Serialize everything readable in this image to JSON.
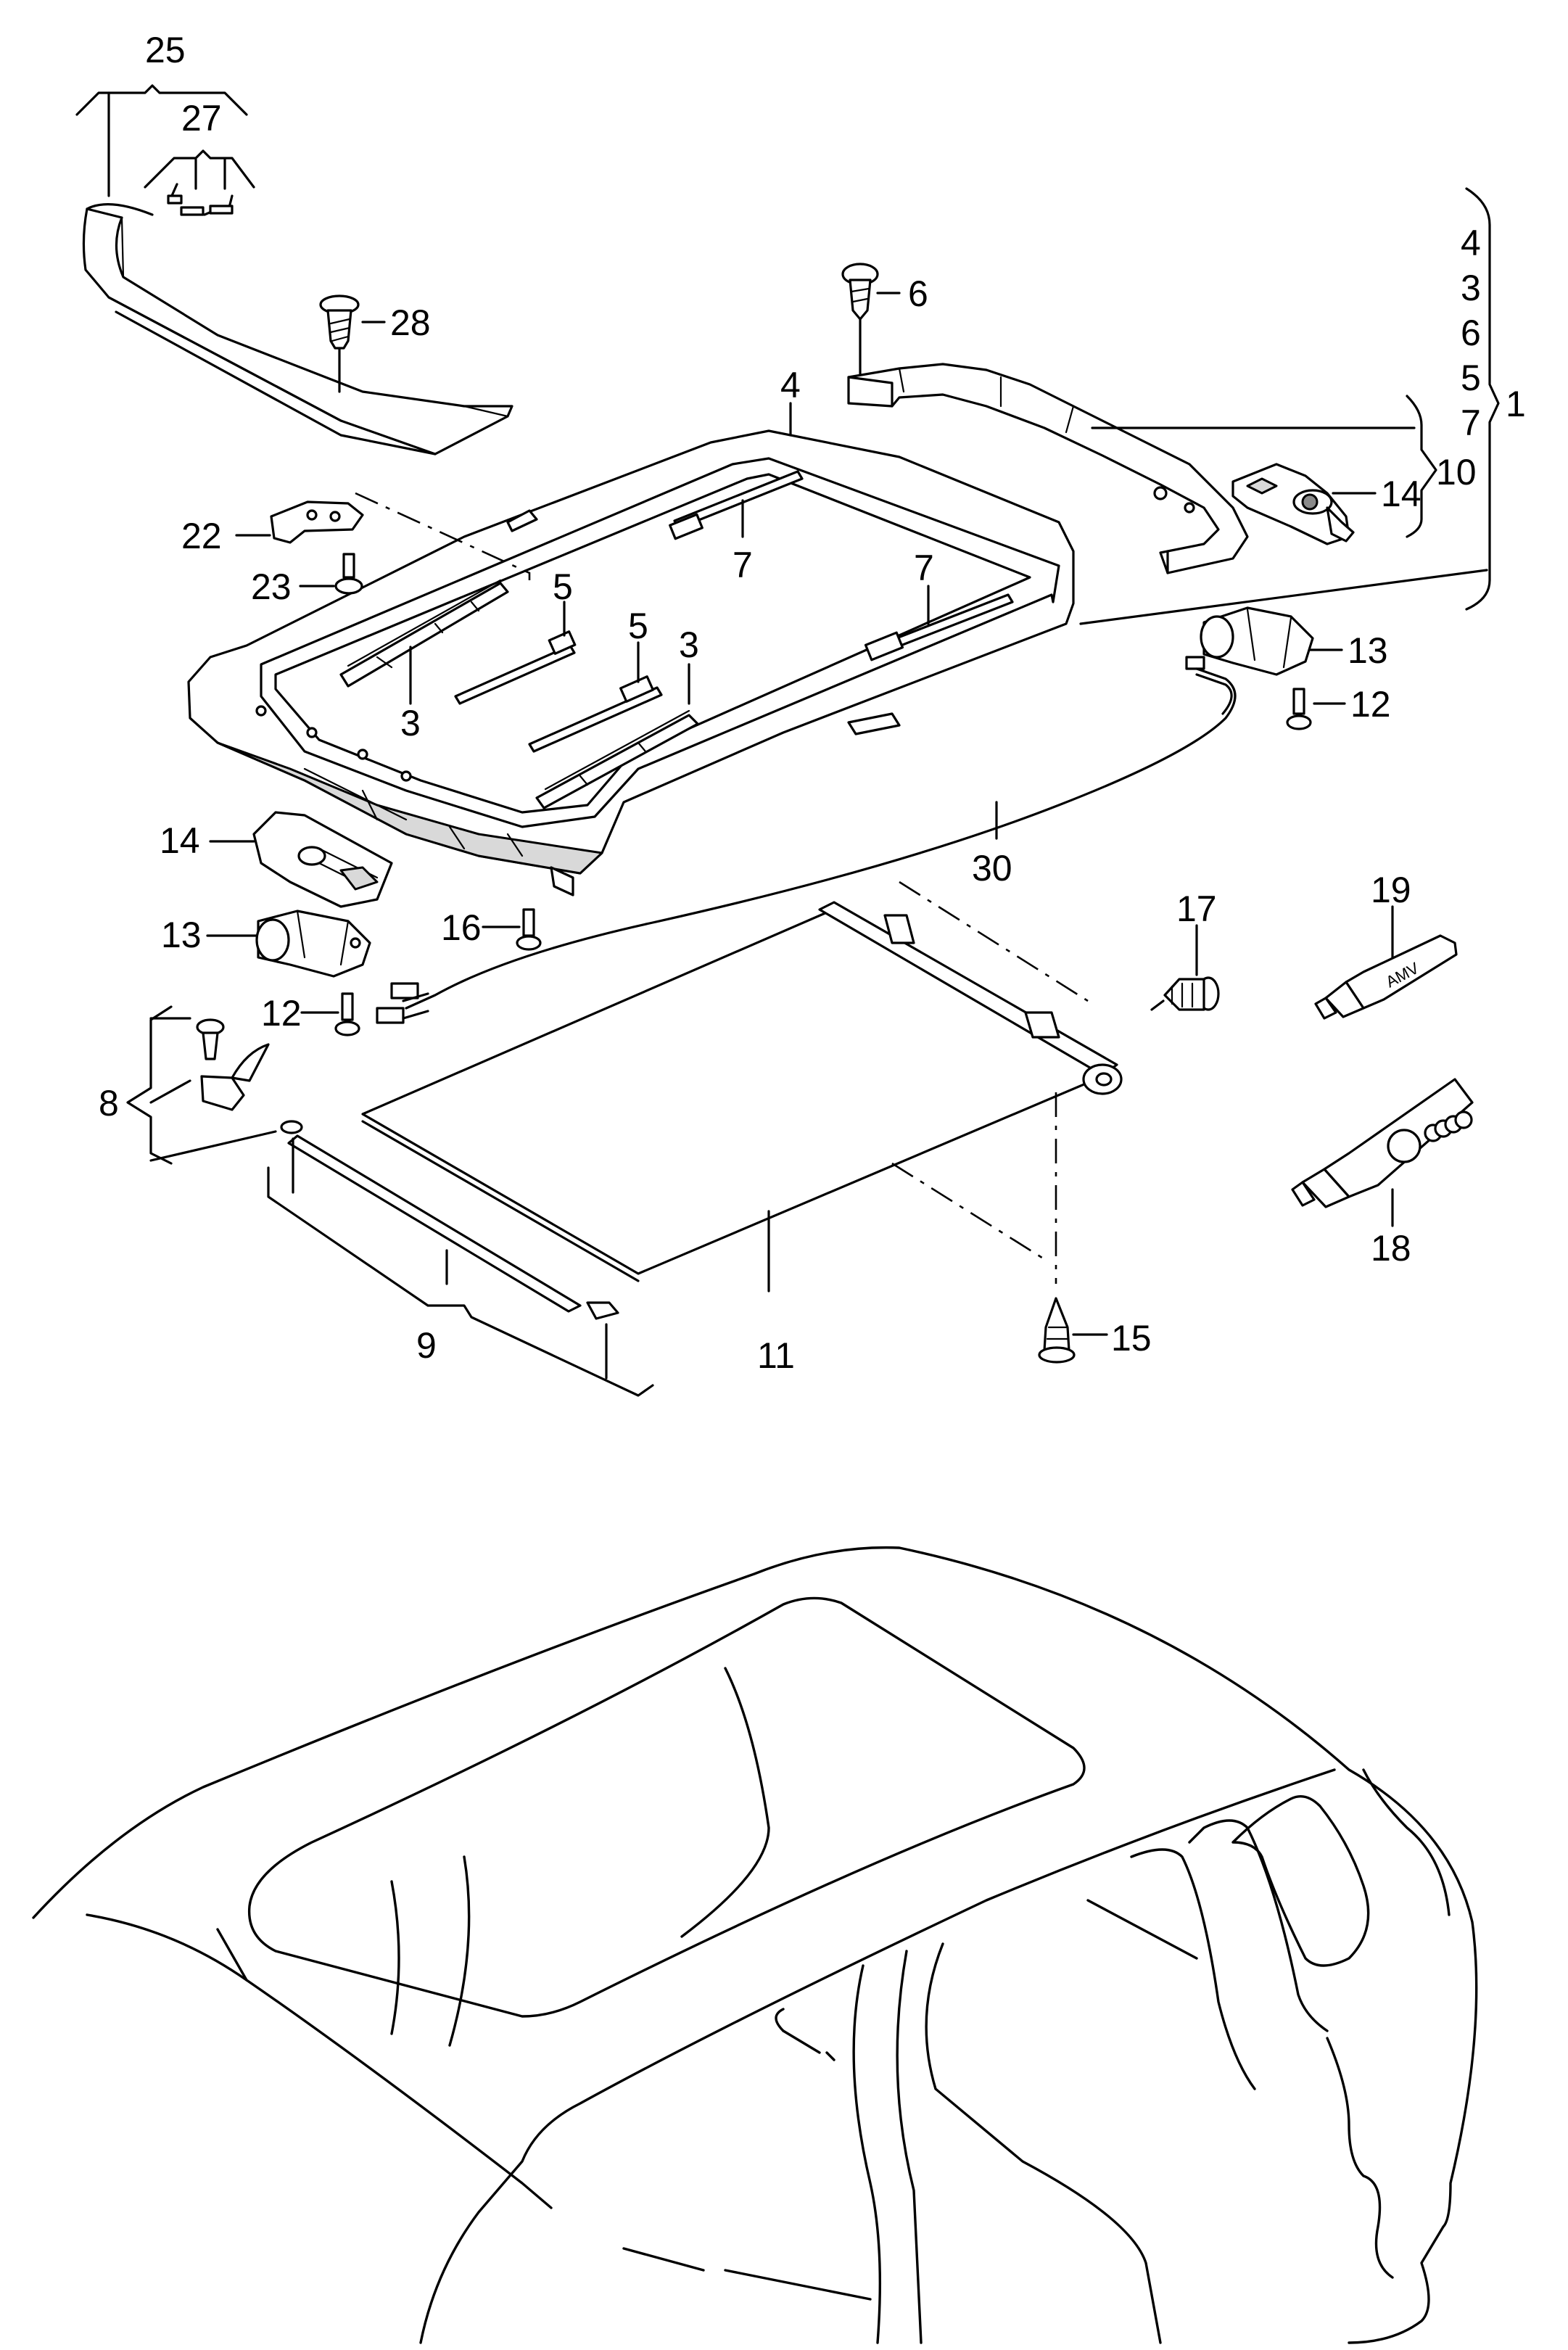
{
  "callouts": [
    {
      "id": "c25",
      "text": "25"
    },
    {
      "id": "c27",
      "text": "27"
    },
    {
      "id": "c28",
      "text": "28"
    },
    {
      "id": "c6",
      "text": "6"
    },
    {
      "id": "c4a",
      "text": "4"
    },
    {
      "id": "c22",
      "text": "22"
    },
    {
      "id": "c23",
      "text": "23"
    },
    {
      "id": "c7a",
      "text": "7"
    },
    {
      "id": "c7b",
      "text": "7"
    },
    {
      "id": "c5a",
      "text": "5"
    },
    {
      "id": "c5b",
      "text": "5"
    },
    {
      "id": "c3a",
      "text": "3"
    },
    {
      "id": "c3b",
      "text": "3"
    },
    {
      "id": "c14a",
      "text": "14"
    },
    {
      "id": "c14b",
      "text": "14"
    },
    {
      "id": "c13a",
      "text": "13"
    },
    {
      "id": "c13b",
      "text": "13"
    },
    {
      "id": "c12a",
      "text": "12"
    },
    {
      "id": "c12b",
      "text": "12"
    },
    {
      "id": "c10",
      "text": "10"
    },
    {
      "id": "c1",
      "text": "1"
    },
    {
      "id": "c30",
      "text": "30"
    },
    {
      "id": "c16",
      "text": "16"
    },
    {
      "id": "c17",
      "text": "17"
    },
    {
      "id": "c19",
      "text": "19"
    },
    {
      "id": "c18",
      "text": "18"
    },
    {
      "id": "c8",
      "text": "8"
    },
    {
      "id": "c9",
      "text": "9"
    },
    {
      "id": "c11",
      "text": "11"
    },
    {
      "id": "c15",
      "text": "15"
    }
  ],
  "kit_list": [
    "4",
    "3",
    "6",
    "5",
    "7"
  ],
  "tube_text": "AMV"
}
